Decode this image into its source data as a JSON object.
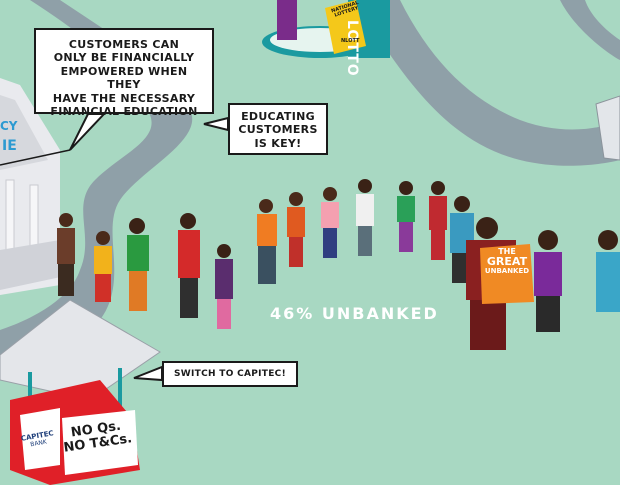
{
  "bubbles": {
    "financial_education": {
      "lines": [
        "CUSTOMERS CAN",
        "ONLY BE FINANCIALLY",
        "EMPOWERED WHEN THEY",
        "HAVE THE NECESSARY",
        "FINANCIAL EDUCATION"
      ]
    },
    "educating": {
      "lines": [
        "EDUCATING",
        "CUSTOMERS",
        "IS KEY!"
      ]
    },
    "switch": {
      "text": "SWITCH TO CAPITEC!"
    }
  },
  "scene": {
    "unbanked_label": "46% UNBANKED",
    "bank_sign": [
      "CY",
      "IE"
    ],
    "lotto_sign": "LOTTO",
    "lottery_card": [
      "NATIONAL",
      "LOTTERY",
      "NLOTT"
    ],
    "great_banner": [
      "THE",
      "GREAT",
      "UNBANKED"
    ],
    "stall_sign": [
      "NO Qs.",
      "NO T&Cs."
    ],
    "capitec_logo": [
      "CAPITEC",
      "BANK"
    ]
  },
  "colors": {
    "ground": "#a8d8c2",
    "path": "#8a9aa3",
    "teal": "#1a9aa0",
    "stall_red": "#e02028",
    "banner_orange": "#f08a24",
    "label_white": "#ffffff"
  }
}
